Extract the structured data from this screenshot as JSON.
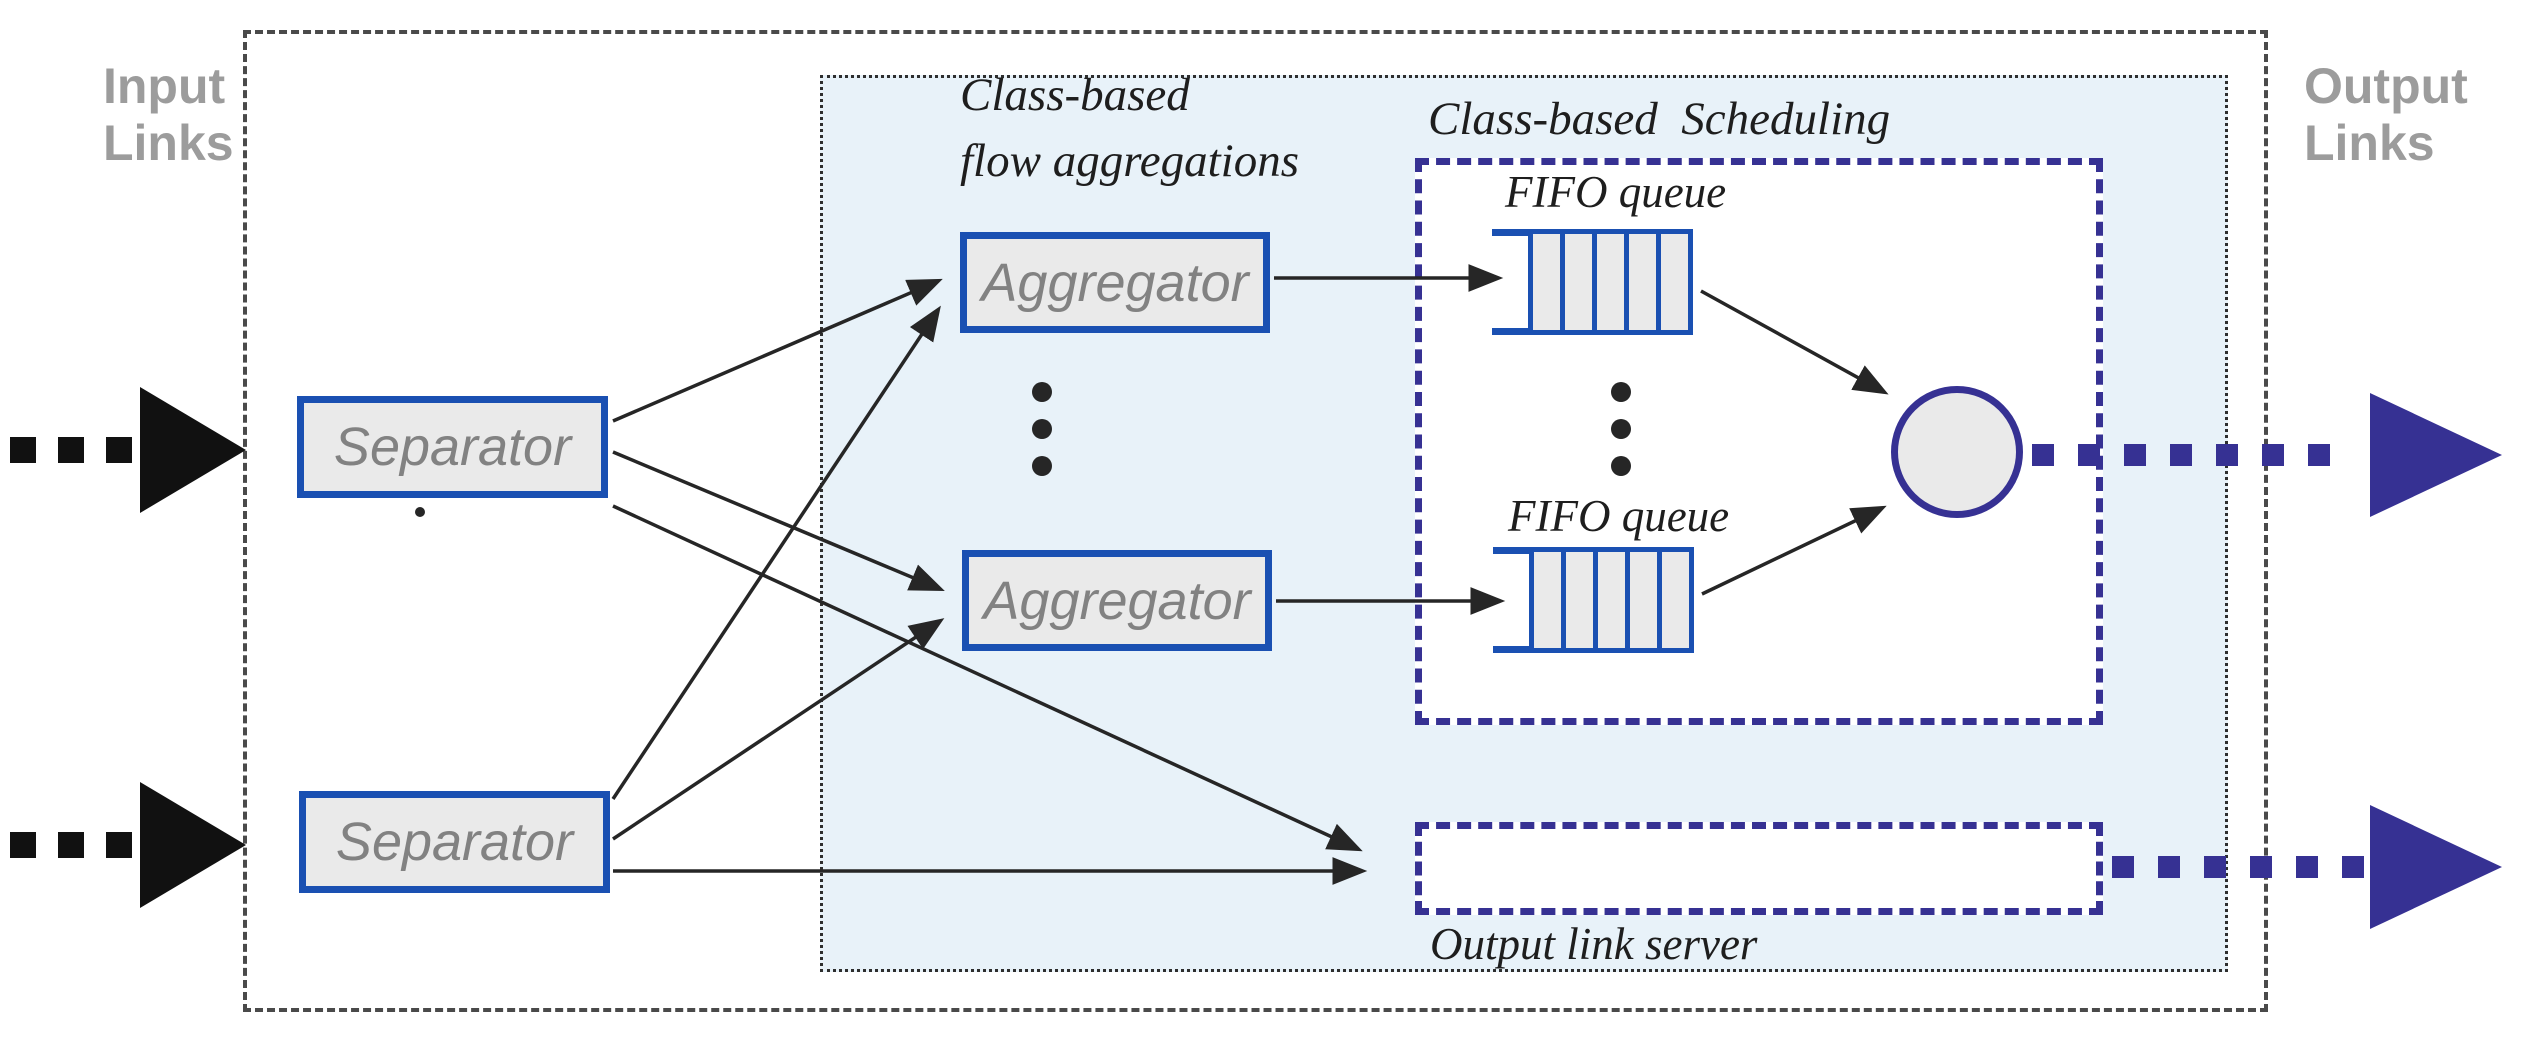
{
  "diagram": {
    "title_left": "Input\nLinks",
    "title_right": "Output\nLinks",
    "annotations": {
      "flow_aggregations": "Class-based\nflow aggregations",
      "scheduling": "Class-based  Scheduling",
      "fifo_queue_top": "FIFO queue",
      "fifo_queue_bottom": "FIFO queue",
      "output_link_server": "Output link server"
    },
    "nodes": {
      "separator_1": "Separator",
      "separator_2": "Separator",
      "aggregator_1": "Aggregator",
      "aggregator_2": "Aggregator"
    },
    "colors": {
      "box_border_blue": "#1A50B2",
      "indigo": "#363193",
      "light_blue_bg": "#E8F2F9",
      "node_fill": "#EAEAEA",
      "gray_label": "#9C9C9C",
      "node_text": "#828282",
      "line_black": "#262626",
      "serif_ink": "#1E1E1E",
      "outer_dash": "#4A4A4A"
    }
  }
}
